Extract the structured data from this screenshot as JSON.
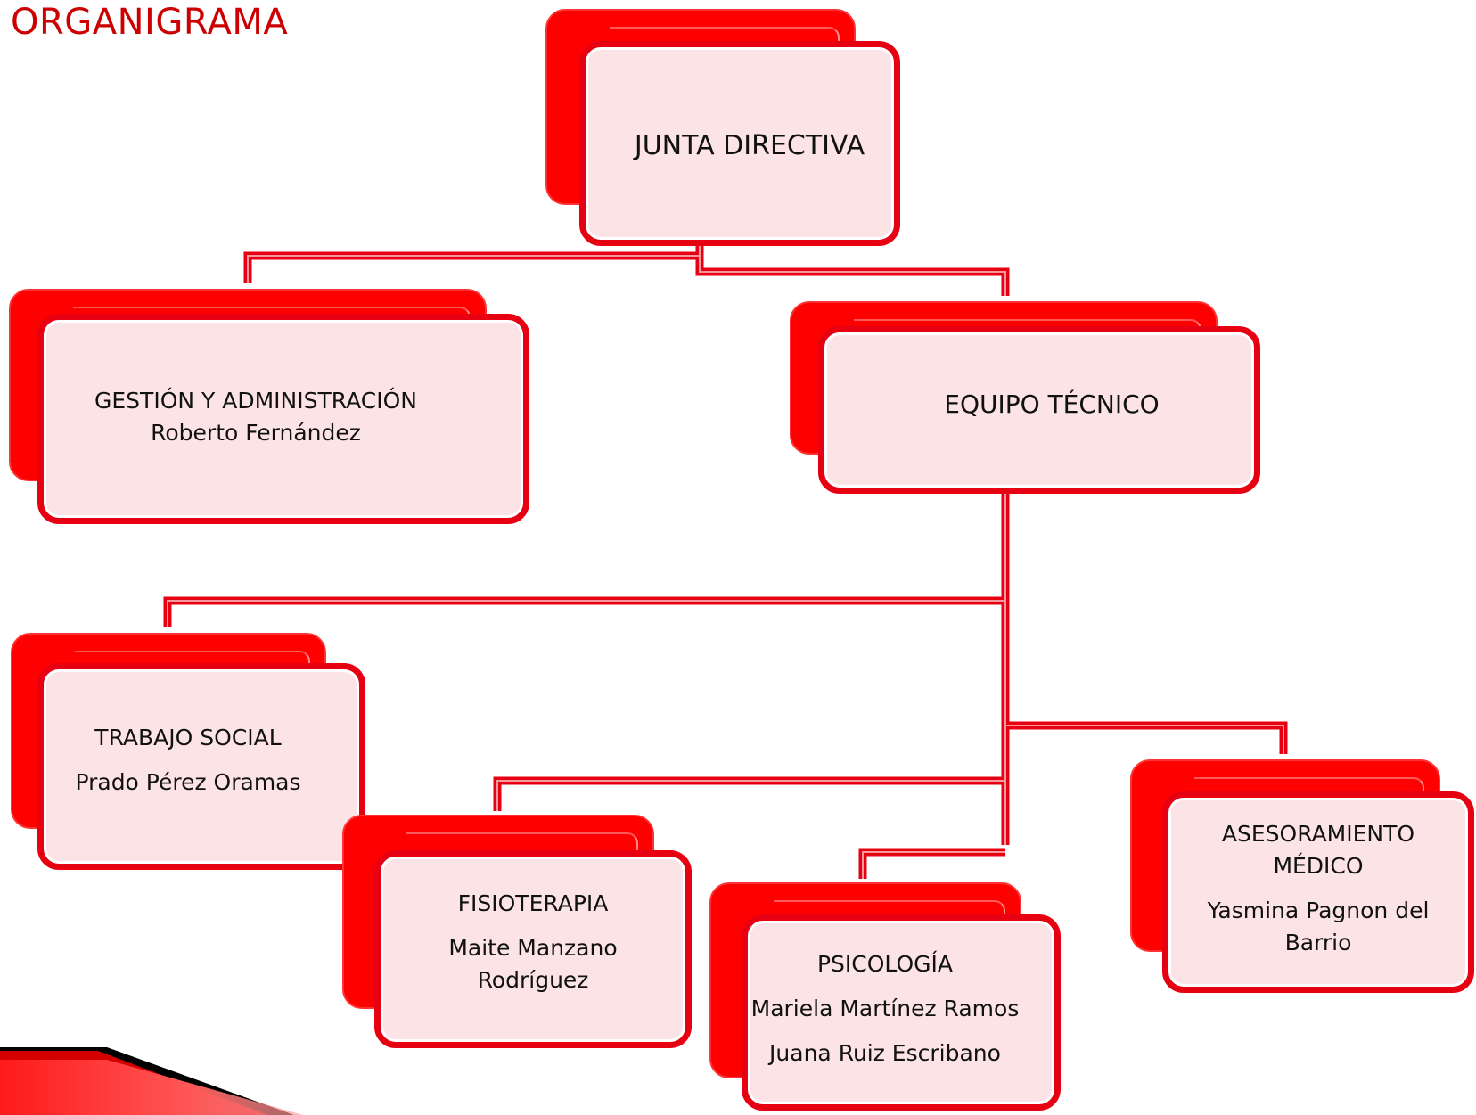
{
  "title": "ORGANIGRAMA",
  "colors": {
    "accent": "#ff0000",
    "fill": "#fbe3e6",
    "border": "#e60012"
  },
  "nodes": {
    "junta": {
      "lines": [
        "JUNTA DIRECTIVA"
      ]
    },
    "gestion": {
      "lines": [
        "GESTIÓN Y ADMINISTRACIÓN",
        "Roberto Fernández"
      ]
    },
    "equipo": {
      "lines": [
        "EQUIPO TÉCNICO"
      ]
    },
    "trabajo": {
      "lines": [
        "TRABAJO SOCIAL",
        "Prado Pérez Oramas"
      ]
    },
    "fisio": {
      "lines": [
        "FISIOTERAPIA",
        "Maite Manzano",
        "Rodríguez"
      ]
    },
    "psico": {
      "lines": [
        "PSICOLOGÍA",
        "Mariela Martínez Ramos",
        "Juana Ruiz Escribano"
      ]
    },
    "medico": {
      "lines": [
        "ASESORAMIENTO",
        "MÉDICO",
        "Yasmina Pagnon del",
        "Barrio"
      ]
    }
  }
}
